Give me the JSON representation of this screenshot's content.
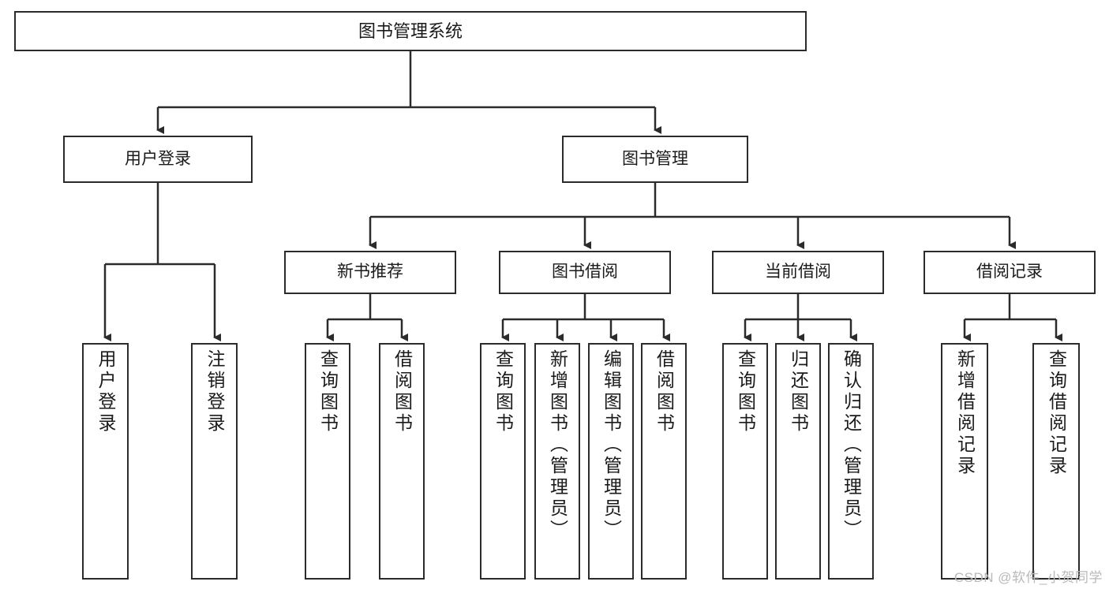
{
  "diagram": {
    "title": "图书管理系统",
    "type": "hierarchy-tree",
    "watermark": "CSDN @软件_小贺同学",
    "colors": {
      "box_border": "#2b2b2b",
      "box_fill": "#ffffff",
      "line": "#2b2b2b",
      "text": "#1a1a1a",
      "watermark": "#b9b9b9"
    },
    "root": {
      "label": "图书管理系统"
    },
    "level1": [
      {
        "label": "用户登录"
      },
      {
        "label": "图书管理"
      }
    ],
    "level2": [
      {
        "label": "新书推荐"
      },
      {
        "label": "图书借阅"
      },
      {
        "label": "当前借阅"
      },
      {
        "label": "借阅记录"
      }
    ],
    "leaves": {
      "user_login": [
        {
          "label": "用户登录"
        },
        {
          "label": "注销登录"
        }
      ],
      "new_book_recommend": [
        {
          "label": "查询图书"
        },
        {
          "label": "借阅图书"
        }
      ],
      "book_borrow": [
        {
          "label": "查询图书"
        },
        {
          "label": "新增图书（管理员）"
        },
        {
          "label": "编辑图书（管理员）"
        },
        {
          "label": "借阅图书"
        }
      ],
      "current_borrow": [
        {
          "label": "查询图书"
        },
        {
          "label": "归还图书"
        },
        {
          "label": "确认归还（管理员）"
        }
      ],
      "borrow_record": [
        {
          "label": "新增借阅记录"
        },
        {
          "label": "查询借阅记录"
        }
      ]
    }
  }
}
